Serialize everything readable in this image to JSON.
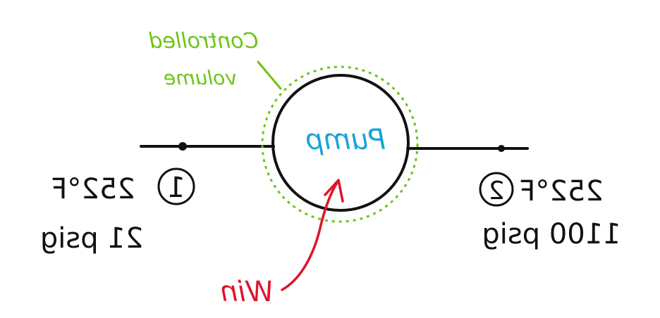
{
  "annotation": {
    "text_line1": "Controlled",
    "text_line2": "volume",
    "color": "#6cc417"
  },
  "pump": {
    "label": "Pump",
    "label_color": "#1aa3d9",
    "outline_color": "#111111",
    "boundary_color": "#6cc417"
  },
  "work": {
    "label": "Win",
    "color": "#e0142b"
  },
  "state1": {
    "number": "1",
    "temperature": "252°F",
    "pressure": "21 psig"
  },
  "state2": {
    "number": "2",
    "temperature": "252°F",
    "pressure": "1100 psig"
  },
  "ink_color": "#111111"
}
